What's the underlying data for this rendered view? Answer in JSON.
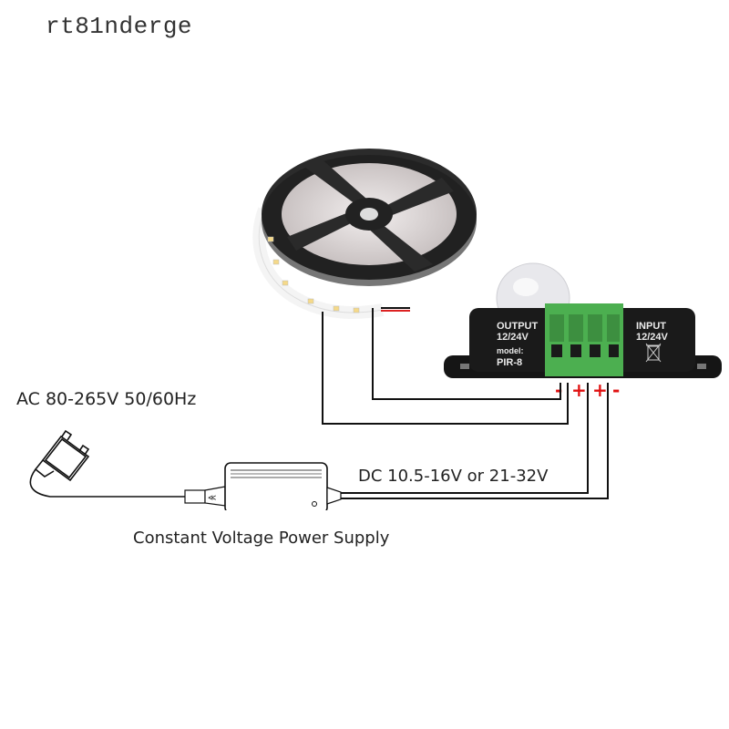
{
  "watermark": "rt81nderge",
  "labels": {
    "ac_input": "AC 80-265V 50/60Hz",
    "dc_output": "DC 10.5-16V or 21-32V",
    "power_supply": "Constant Voltage Power Supply"
  },
  "controller": {
    "output_title": "OUTPUT",
    "output_voltage": "12/24V",
    "model_label": "model:",
    "model_value": "PIR-8",
    "input_title": "INPUT",
    "input_voltage": "12/24V",
    "terminal_signs": [
      "-",
      "+",
      "+",
      "-"
    ]
  },
  "colors": {
    "wire": "#111111",
    "terminal_sign": "#e01010",
    "terminal_block": "#4caf50",
    "controller_body": "#1a1a1a"
  }
}
